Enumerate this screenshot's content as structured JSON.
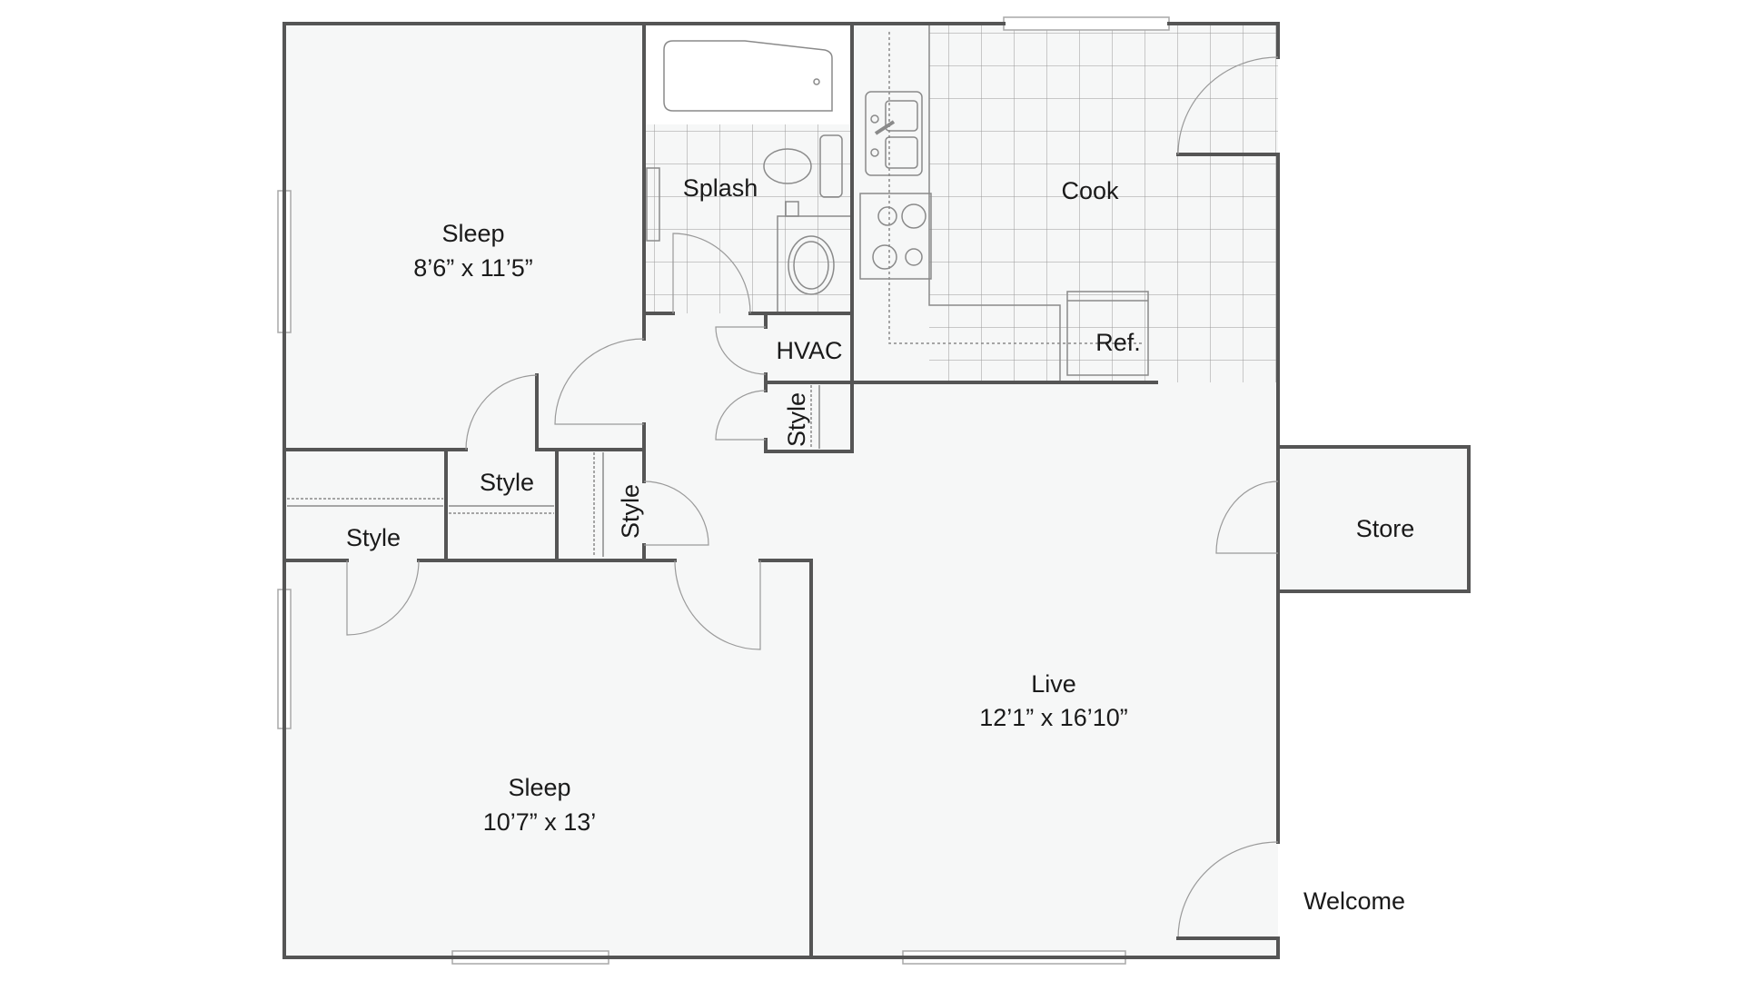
{
  "floorplan": {
    "colors": {
      "floor": "#f6f7f7",
      "wall": "#555555",
      "tile_line": "#9a9a9a",
      "text": "#1a1a1a",
      "background": "#ffffff"
    },
    "rooms": {
      "bedroom1": {
        "name": "Sleep",
        "dimensions": "8’6” x 11’5”"
      },
      "bedroom2": {
        "name": "Sleep",
        "dimensions": "10’7” x 13’"
      },
      "living": {
        "name": "Live",
        "dimensions": "12’1” x 16’10”"
      },
      "kitchen": {
        "name": "Cook"
      },
      "bathroom": {
        "name": "Splash"
      },
      "hvac": {
        "name": "HVAC"
      },
      "refrigerator": {
        "name": "Ref."
      },
      "closet_a": {
        "name": "Style"
      },
      "closet_b": {
        "name": "Style"
      },
      "closet_c": {
        "name": "Style"
      },
      "closet_d": {
        "name": "Style"
      },
      "storage": {
        "name": "Store"
      },
      "entry": {
        "name": "Welcome"
      }
    }
  }
}
